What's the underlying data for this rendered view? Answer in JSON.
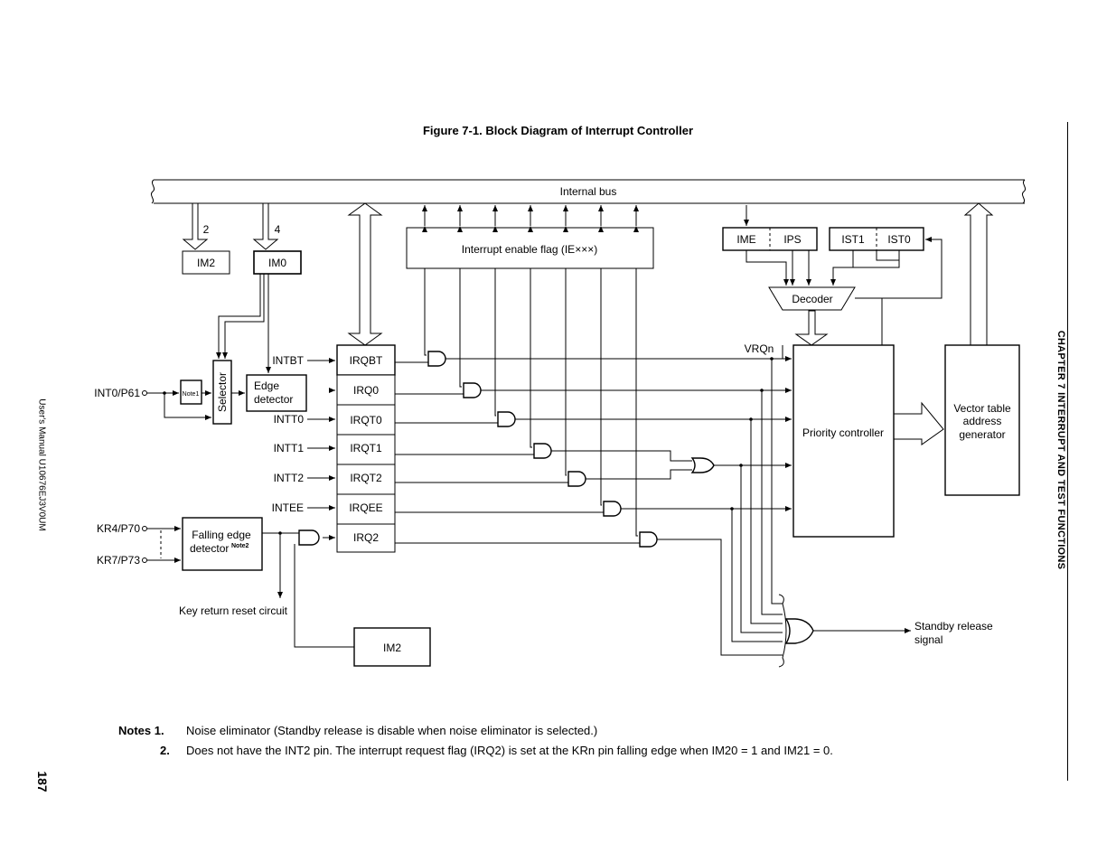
{
  "figure_title": "Figure 7-1.  Block Diagram of Interrupt Controller",
  "chapter_header": "CHAPTER 7   INTERRUPT AND TEST FUNCTIONS",
  "manual_id": "User's Manual  U10676EJ3V0UM",
  "page_number": "187",
  "diagram": {
    "internal_bus": "Internal bus",
    "bus_width_2": "2",
    "bus_width_4": "4",
    "im2_top": "IM2",
    "im0": "IM0",
    "interrupt_enable_flag": "Interrupt enable flag (IE×××)",
    "ime": "IME",
    "ips": "IPS",
    "ist1": "IST1",
    "ist0": "IST0",
    "decoder": "Decoder",
    "vrqn": "VRQn",
    "priority_controller": "Priority controller",
    "vector_line1": "Vector table",
    "vector_line2": "address",
    "vector_line3": "generator",
    "int0_pin": "INT0/P61",
    "note1_box": "Note1",
    "selector": "Selector",
    "edge_line1": "Edge",
    "edge_line2": "detector",
    "sources": [
      "INTBT",
      "",
      "INTT0",
      "INTT1",
      "INTT2",
      "INTEE",
      ""
    ],
    "irq_flags": [
      "IRQBT",
      "IRQ0",
      "IRQT0",
      "IRQT1",
      "IRQT2",
      "IRQEE",
      "IRQ2"
    ],
    "kr4_pin": "KR4/P70",
    "kr7_pin": "KR7/P73",
    "falling_line1": "Falling edge",
    "falling_line2": "detector",
    "falling_note": "Note2",
    "key_return": "Key return reset circuit",
    "im2_bottom": "IM2",
    "standby_line1": "Standby release",
    "standby_line2": "signal"
  },
  "notes": {
    "heading": "Notes 1.",
    "note1": "Noise eliminator (Standby release is disable when noise eliminator is selected.)",
    "num2": "2.",
    "note2": "Does not have the INT2 pin.  The interrupt request flag (IRQ2) is set at the KRn pin falling edge when IM20 = 1 and IM21 = 0."
  }
}
